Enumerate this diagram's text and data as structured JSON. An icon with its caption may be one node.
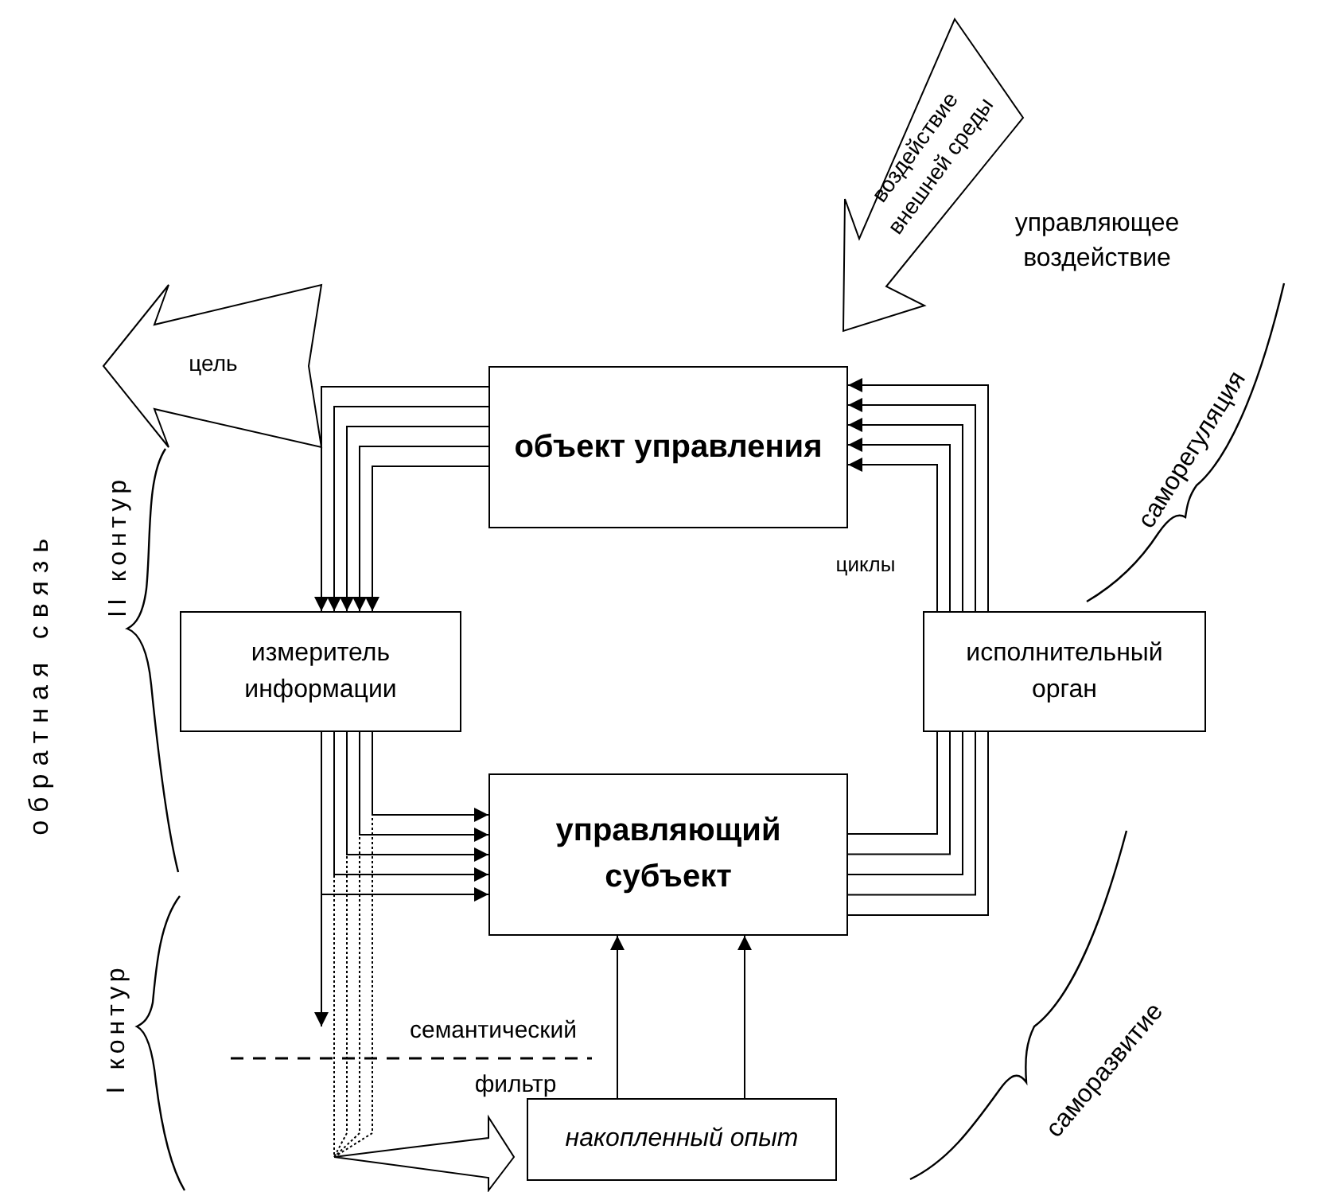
{
  "diagram": {
    "nodes": [
      {
        "text": [
          "воздействие внешней среды"
        ]
      },
      {
        "text": [
          "цель"
        ]
      },
      {
        "text": [
          "объект управления"
        ]
      },
      {
        "text": [
          "измеритель информации"
        ]
      },
      {
        "text": [
          "исполнительный орган"
        ]
      },
      {
        "text": [
          "управляющий субъект"
        ]
      },
      {
        "text": [],
        "shape": "arrow"
      },
      {
        "text": [
          "накопленный опыт"
        ]
      }
    ],
    "edges": [
      {
        "from": 2,
        "to": 3,
        "arrow": "to"
      },
      {
        "from": 2,
        "to": 3,
        "arrow": "to"
      },
      {
        "from": 2,
        "to": 3,
        "arrow": "to"
      },
      {
        "from": 2,
        "to": 3,
        "arrow": "to"
      },
      {
        "from": 2,
        "to": 3,
        "arrow": "to"
      },
      {
        "from": 4,
        "to": 2,
        "arrow": "to"
      },
      {
        "from": 4,
        "to": 2,
        "arrow": "to"
      },
      {
        "from": 4,
        "to": 2,
        "arrow": "to"
      },
      {
        "from": 4,
        "to": 2,
        "arrow": "to"
      },
      {
        "from": 4,
        "to": 2,
        "arrow": "to"
      },
      {
        "from": 3,
        "to": 5,
        "arrow": "to"
      },
      {
        "from": 3,
        "to": 5,
        "arrow": "to"
      },
      {
        "from": 3,
        "to": 5,
        "arrow": "to"
      },
      {
        "from": 3,
        "to": 5,
        "arrow": "to"
      },
      {
        "from": 3,
        "to": 5,
        "arrow": "to"
      },
      {
        "from": 5,
        "to": 4,
        "arrow": "none"
      },
      {
        "from": 5,
        "to": 4,
        "arrow": "none"
      },
      {
        "from": 5,
        "to": 4,
        "arrow": "none"
      },
      {
        "from": 5,
        "to": 4,
        "arrow": "none"
      },
      {
        "from": 5,
        "to": 4,
        "arrow": "none"
      },
      {
        "from": 3,
        "to": null,
        "arrow": "to"
      },
      {
        "from": 3,
        "to": 6,
        "arrow": "none",
        "style": "dashed"
      },
      {
        "from": 3,
        "to": 6,
        "arrow": "none",
        "style": "dashed"
      },
      {
        "from": 3,
        "to": 6,
        "arrow": "none",
        "style": "dashed"
      },
      {
        "from": 3,
        "to": 6,
        "arrow": "none",
        "style": "dashed"
      },
      {
        "from": 7,
        "to": 5,
        "arrow": "to"
      },
      {
        "from": 7,
        "to": 5,
        "arrow": "to"
      }
    ],
    "labels": [
      "управляющее воздействие",
      "саморегуляция",
      "обратная связь",
      "II контур",
      "циклы",
      "I контур",
      "семантический",
      "фильтр",
      "саморазвитие"
    ]
  }
}
